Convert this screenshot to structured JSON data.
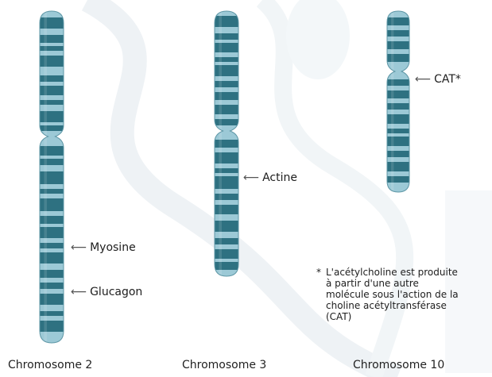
{
  "chromosomes": [
    {
      "caption": "Chromosome 2",
      "genes": [
        "Myosine",
        "Glucagon"
      ]
    },
    {
      "caption": "Chromosome 3",
      "genes": [
        "Actine"
      ]
    },
    {
      "caption": "Chromosome 10",
      "genes": [
        "CAT*"
      ]
    }
  ],
  "footnote": {
    "marker": "*",
    "text": "L'acétylcholine est produite à partir d'une autre molécule sous l'action de la choline acétyltransférase (CAT)"
  },
  "colors": {
    "chromosome_light": "#9cc9d6",
    "chromosome_band": "#2e7181",
    "chromosome_edge": "#5e97a6",
    "background_faint": "#eef3f6"
  }
}
